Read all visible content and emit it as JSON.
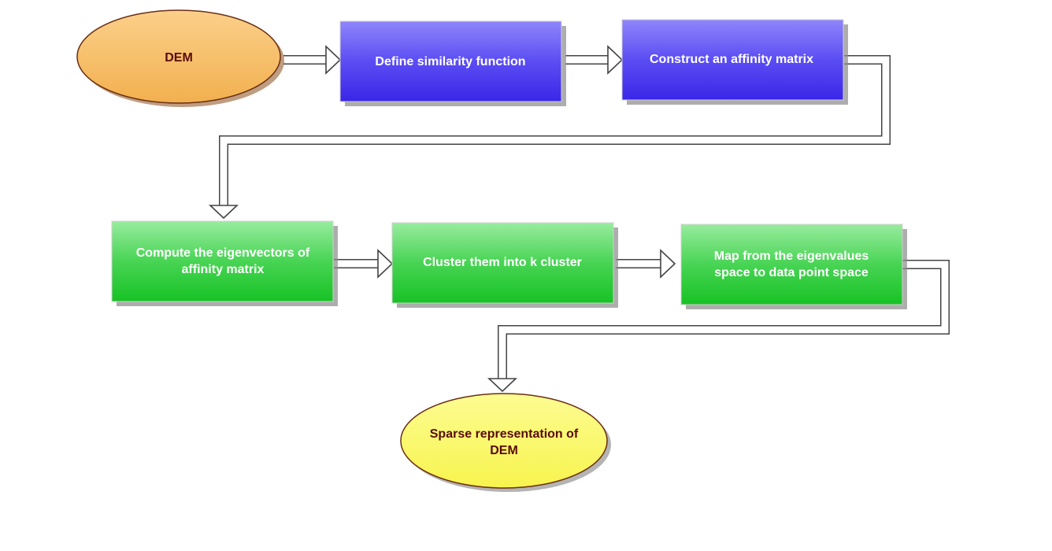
{
  "nodes": {
    "dem": {
      "label": "DEM"
    },
    "similarity": {
      "label": "Define similarity function"
    },
    "affinity": {
      "label": "Construct an affinity matrix"
    },
    "eigenvectors": {
      "line1": "Compute the eigenvectors of",
      "line2": "affinity matrix"
    },
    "cluster": {
      "label": "Cluster them into k cluster"
    },
    "map": {
      "line1": "Map from the eigenvalues",
      "line2": "space to data point space"
    },
    "sparse": {
      "line1": "Sparse representation of",
      "line2": "DEM"
    }
  },
  "colors": {
    "start_fill": "#f9c368",
    "blue_box": "#5a4cf2",
    "green_box": "#3dd24e",
    "end_fill": "#fcfb6e"
  }
}
